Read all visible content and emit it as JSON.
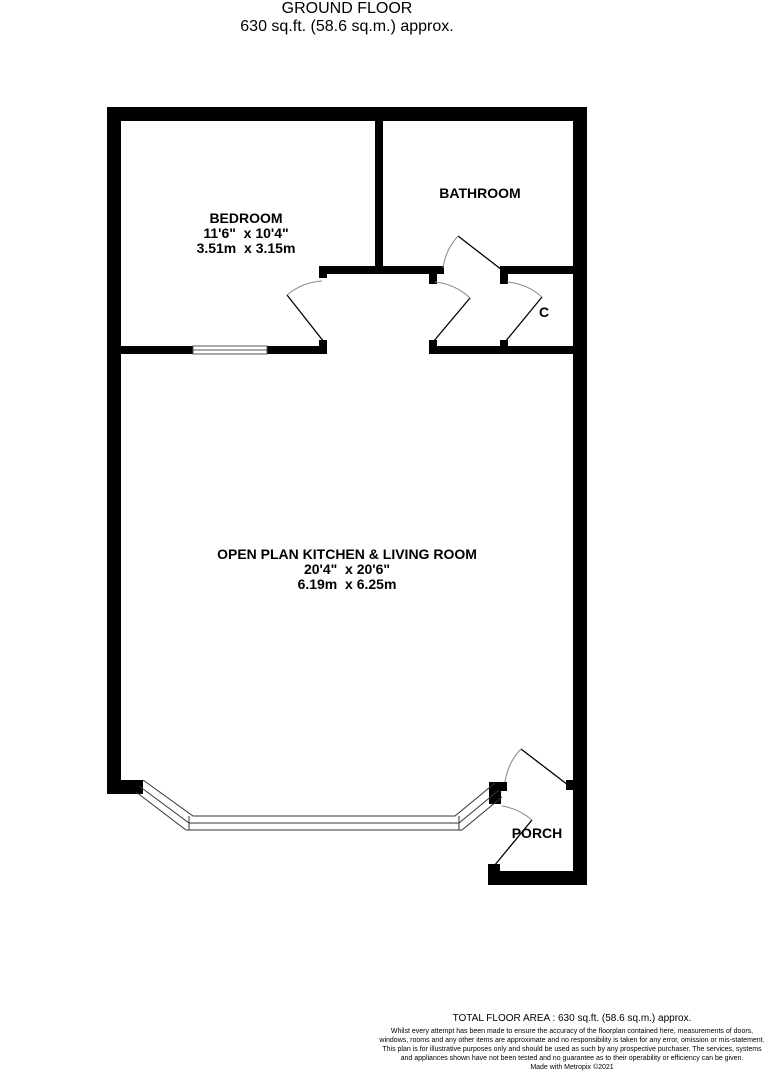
{
  "header": {
    "floor_name": "GROUND FLOOR",
    "floor_area": "630 sq.ft. (58.6 sq.m.) approx."
  },
  "rooms": [
    {
      "name": "BEDROOM",
      "imperial": "11'6\"  x 10'4\"",
      "metric": "3.51m  x 3.15m"
    },
    {
      "name": "BATHROOM"
    },
    {
      "name": "C"
    },
    {
      "name": "OPEN PLAN KITCHEN & LIVING ROOM",
      "imperial": "20'4\"  x 20'6\"",
      "metric": "6.19m  x 6.25m"
    },
    {
      "name": "PORCH"
    }
  ],
  "footer": {
    "total_floor_area": "TOTAL FLOOR AREA : 630 sq.ft. (58.6 sq.m.) approx.",
    "disclaimer": "Whilst every attempt has been made to ensure the accuracy of the floorplan contained here, measurements of doors, windows, rooms and any other items are approximate and no responsibility is taken for any error, omission or mis-statement. This plan is for illustrative purposes only and should be used as such by any prospective purchaser. The services, systems and appliances shown have not been tested and no guarantee as to their operability or efficiency can be given.",
    "credit": "Made with Metropix ©2021"
  },
  "colors": {
    "wall": "#000000",
    "door_arc": "#888888",
    "window": "#ffffff"
  }
}
